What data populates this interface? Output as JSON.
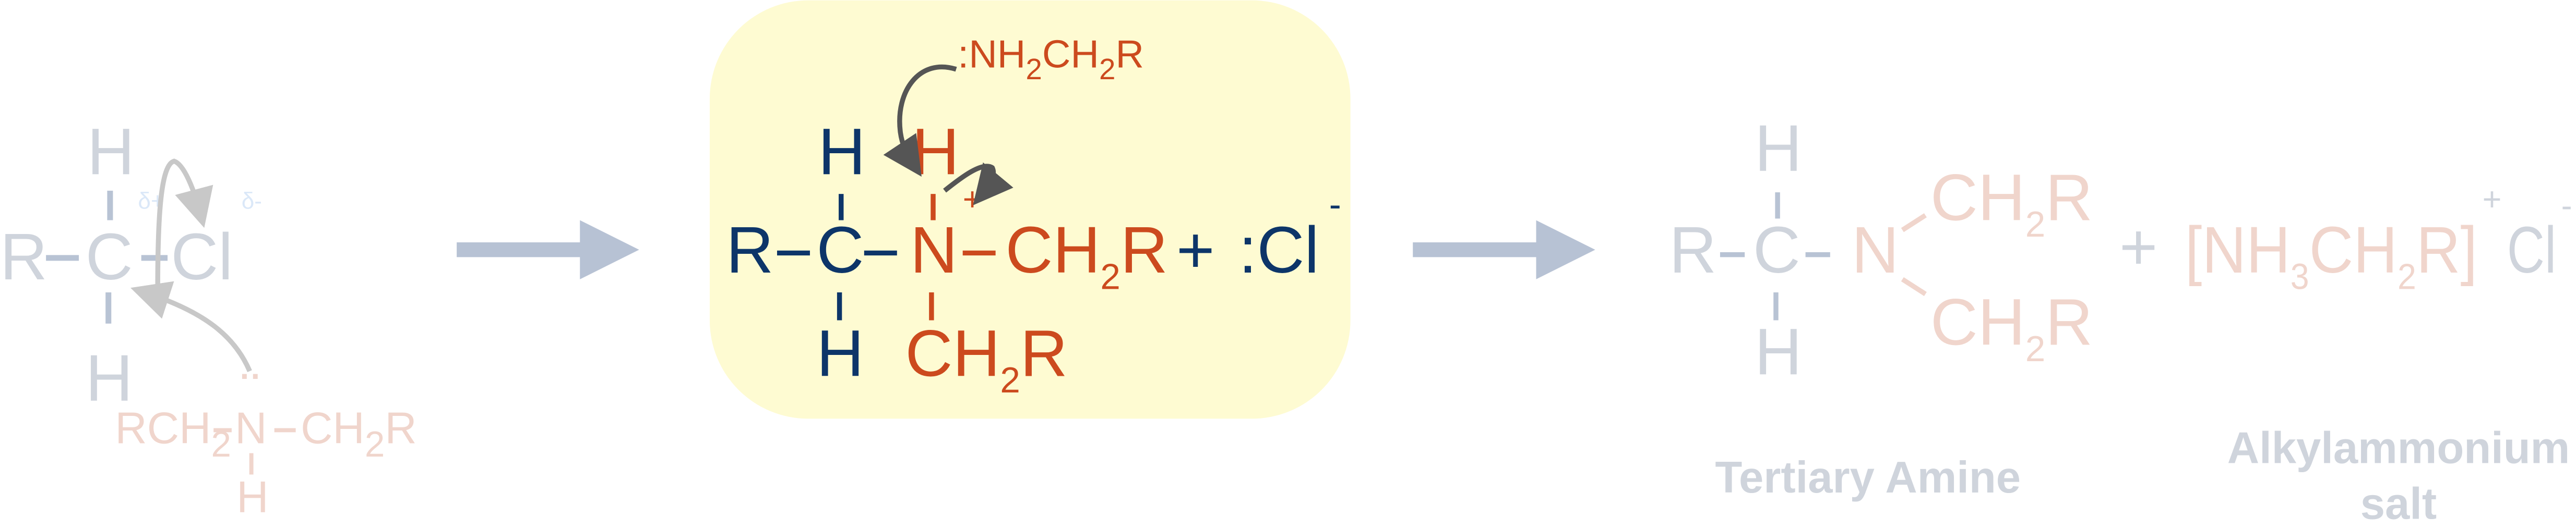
{
  "colors": {
    "faded_gray": "#cfd4dc",
    "faded_bond": "#b8c3d4",
    "faded_orange": "#f0d5cc",
    "delta_blue": "#dbe8f8",
    "blue": "#0d3569",
    "orange": "#cc4a1e",
    "highlight_box": "#fefbd2",
    "reaction_arrow": "#b7c2d4",
    "curly_arrow_dark": "#555555",
    "curly_arrow_faded": "#c8c8c8"
  },
  "reactant": {
    "R": "R",
    "C": "C",
    "Cl": "Cl",
    "H_top": "H",
    "H_bottom": "H",
    "delta_plus": "δ+",
    "delta_minus": "δ-",
    "amine": {
      "left": "RCH",
      "left_sub": "2",
      "N": "N",
      "lone_pair": "··",
      "right": "CH",
      "right_sub": "2",
      "right_end": "R",
      "H": "H"
    }
  },
  "intermediate": {
    "base": {
      "prefix": ":NH",
      "sub1": "2",
      "mid": "CH",
      "sub2": "2",
      "end": "R"
    },
    "R": "R",
    "C": "C",
    "N": "N",
    "N_charge": "+",
    "H_top_c": "H",
    "H_top_n": "H",
    "H_bottom_c": "H",
    "right": {
      "a": "CH",
      "sub": "2",
      "b": "R"
    },
    "bottom": {
      "a": "CH",
      "sub": "2",
      "b": "R"
    },
    "plus": "+",
    "chloride": ":Cl",
    "chloride_charge": "-"
  },
  "products": {
    "tertiary": {
      "R": "R",
      "C": "C",
      "N": "N",
      "H_top": "H",
      "H_bottom": "H",
      "upper": {
        "a": "CH",
        "sub": "2",
        "b": "R"
      },
      "lower": {
        "a": "CH",
        "sub": "2",
        "b": "R"
      }
    },
    "plus": "+",
    "salt": {
      "open": "[NH",
      "sub1": "3",
      "mid": "CH",
      "sub2": "2",
      "end": "R]",
      "charge": "+",
      "Cl": "Cl",
      "Cl_charge": "-"
    },
    "label_tertiary": "Tertiary Amine",
    "label_salt_line1": "Alkylammonium",
    "label_salt_line2": "salt"
  }
}
